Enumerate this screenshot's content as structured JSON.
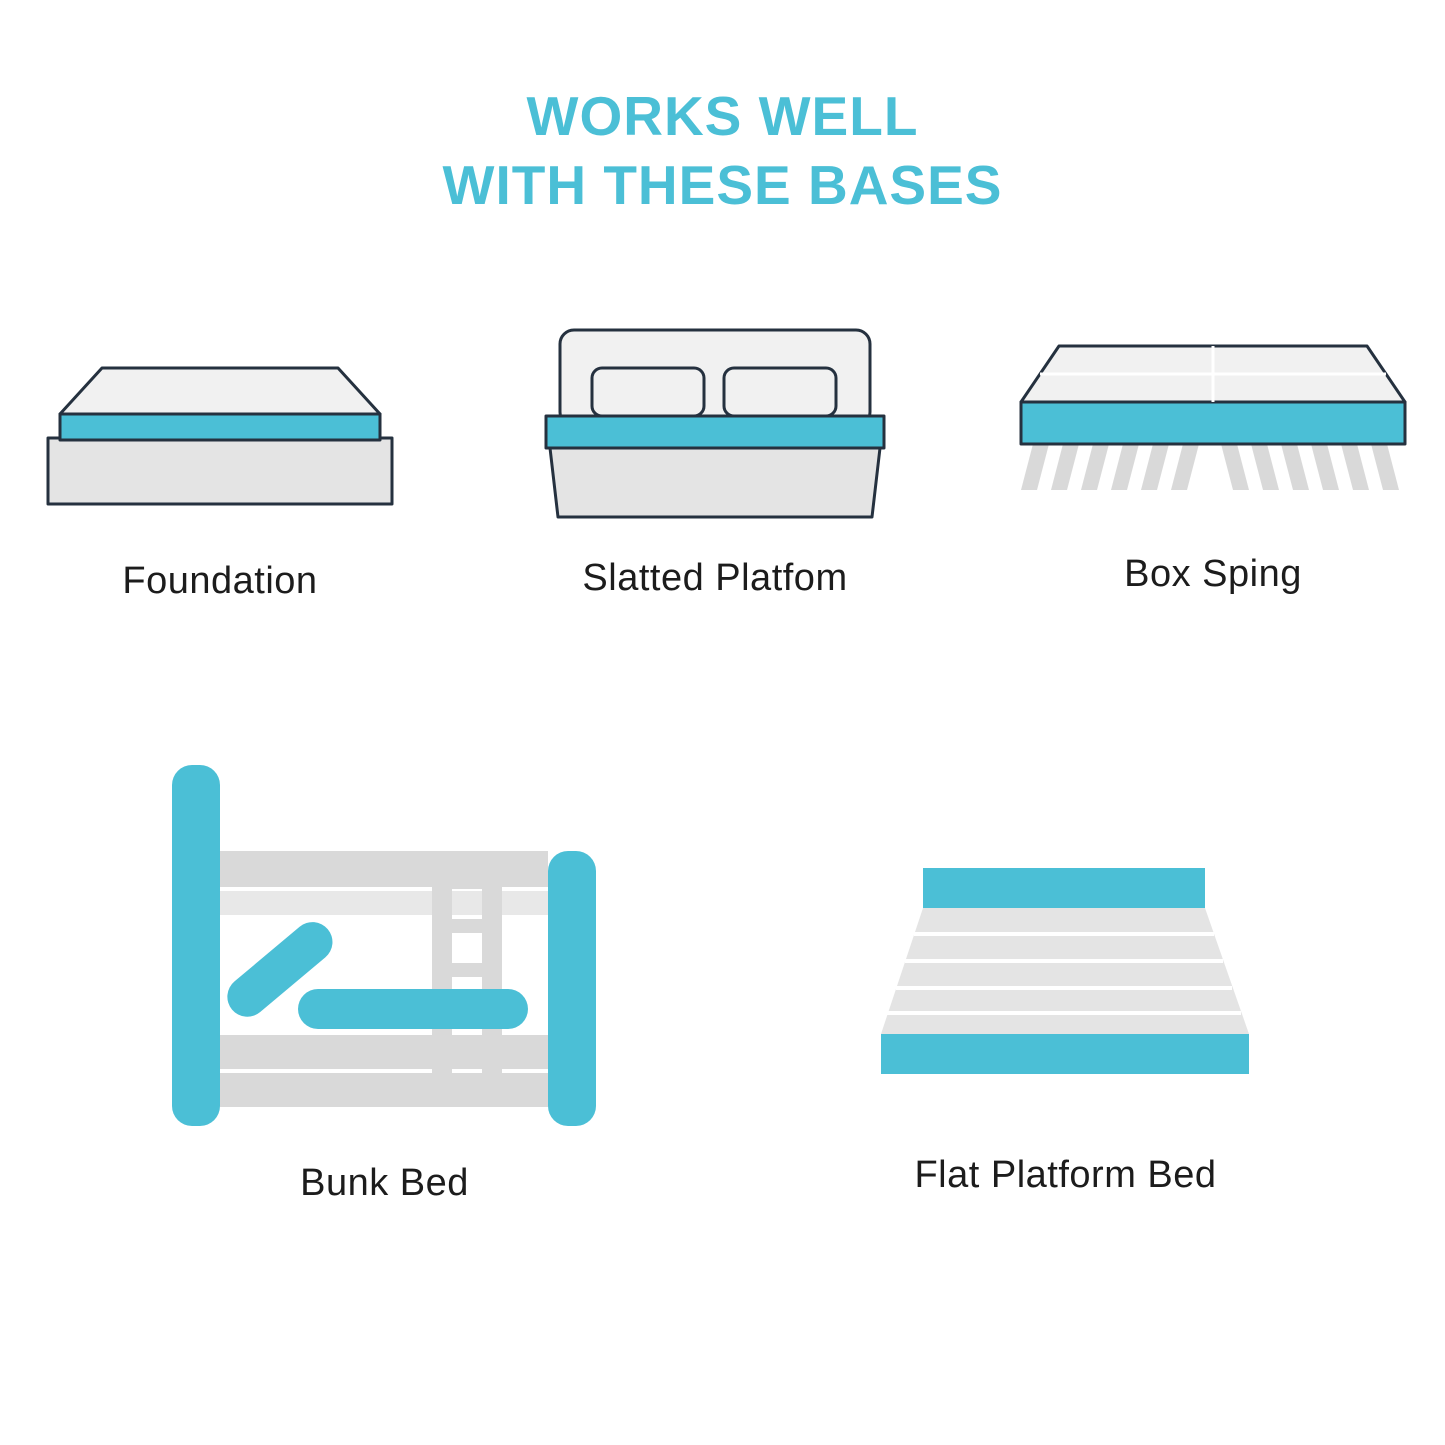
{
  "title": {
    "line1": "WORKS WELL",
    "line2": "WITH THESE BASES"
  },
  "colors": {
    "accent": "#4bbfd6",
    "outline": "#25313f",
    "label": "#1c1c1c"
  },
  "bases": [
    {
      "id": "foundation",
      "label": "Foundation"
    },
    {
      "id": "slatted-platform",
      "label": "Slatted Platfom"
    },
    {
      "id": "box-spring",
      "label": "Box Sping"
    },
    {
      "id": "bunk-bed",
      "label": "Bunk Bed"
    },
    {
      "id": "flat-platform-bed",
      "label": "Flat Platform Bed"
    }
  ]
}
